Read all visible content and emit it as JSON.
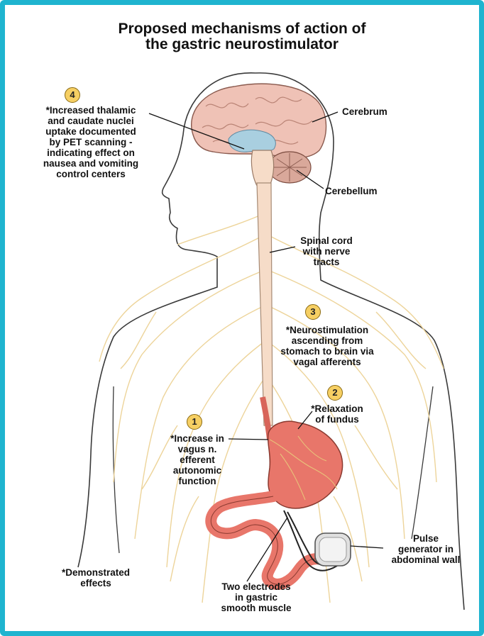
{
  "title": {
    "line1": "Proposed mechanisms of action of",
    "line2": "the gastric neurostimulator"
  },
  "labels": {
    "cerebrum": "Cerebrum",
    "cerebellum": "Cerebellum",
    "spinal_cord": [
      "Spinal cord",
      "with nerve",
      "tracts"
    ],
    "pulse_generator": [
      "Pulse",
      "generator in",
      "abdominal wall"
    ],
    "electrodes": [
      "Two electrodes",
      "in gastric",
      "smooth muscle"
    ],
    "demonstrated": [
      "*Demonstrated",
      "effects"
    ]
  },
  "effects": [
    {
      "number": "1",
      "lines": [
        "*Increase in",
        "vagus n.",
        "efferent",
        "autonomic",
        "function"
      ]
    },
    {
      "number": "2",
      "lines": [
        "*Relaxation",
        "of fundus"
      ]
    },
    {
      "number": "3",
      "lines": [
        "*Neurostimulation",
        "ascending from",
        "stomach to brain via",
        "vagal afferents"
      ]
    },
    {
      "number": "4",
      "lines": [
        "*Increased thalamic",
        "and caudate nuclei",
        "uptake documented",
        "by PET scanning -",
        "indicating effect on",
        "nausea and vomiting",
        "control centers"
      ]
    }
  ],
  "colors": {
    "frame": "#1fb4cf",
    "badge": "#f6cf63",
    "nerve": "#edd49a",
    "stomach": "#e8766a",
    "brain": "#efc2b6",
    "spinal_cord": "#f6dcc8"
  }
}
